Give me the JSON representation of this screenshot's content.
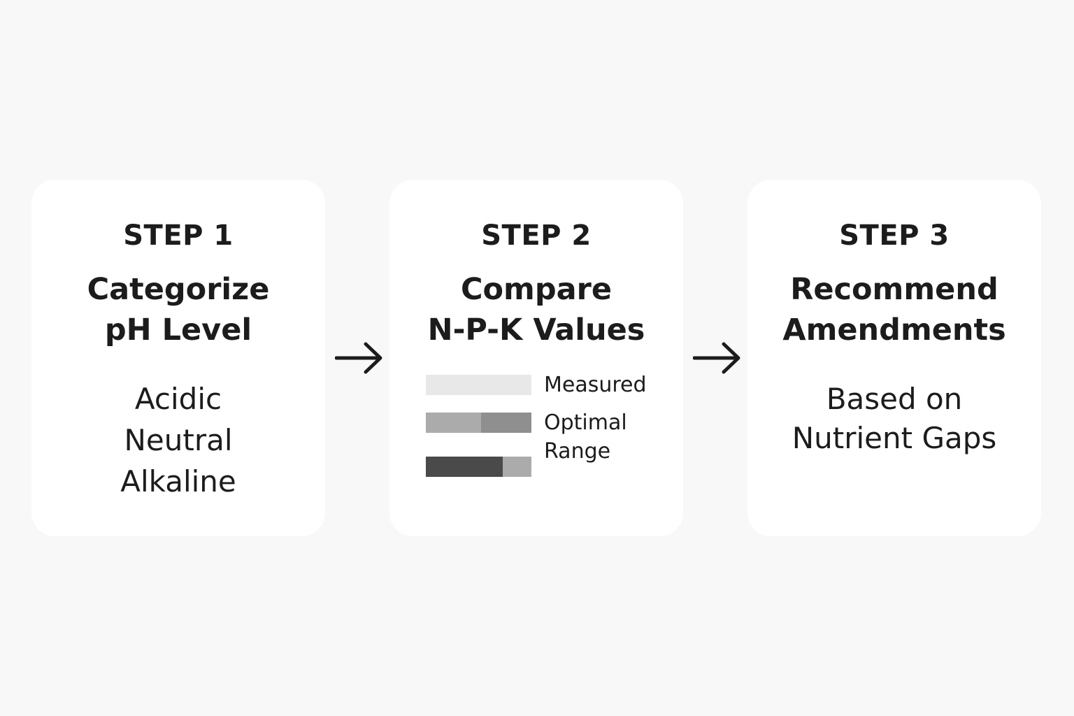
{
  "steps": [
    {
      "label": "STEP 1",
      "title_lines": [
        "Categorize",
        "pH Level"
      ],
      "items": [
        "Acidic",
        "Neutral",
        "Alkaline"
      ]
    },
    {
      "label": "STEP 2",
      "title_lines": [
        "Compare",
        "N-P-K Values"
      ],
      "legend": {
        "measured_label": "Measured",
        "optimal_label_lines": [
          "Optimal",
          "Range"
        ]
      },
      "bars": {
        "measured": {
          "fill_fraction": 1.0,
          "colors": [
            "#e8e8e8"
          ]
        },
        "optimal": {
          "split_fraction": 0.52,
          "colors": [
            "#ababab",
            "#8f8f8f"
          ]
        },
        "combined": {
          "split_fraction": 0.73,
          "colors": [
            "#4a4a4a",
            "#ababab"
          ]
        }
      }
    },
    {
      "label": "STEP 3",
      "title_lines": [
        "Recommend",
        "Amendments"
      ],
      "body_lines": [
        "Based on",
        "Nutrient Gaps"
      ]
    }
  ],
  "colors": {
    "background": "#f8f8f8",
    "card": "#ffffff",
    "text": "#1c1c1c",
    "arrow": "#1c1c1c"
  },
  "icons": {
    "arrow": "arrow-right-icon"
  }
}
